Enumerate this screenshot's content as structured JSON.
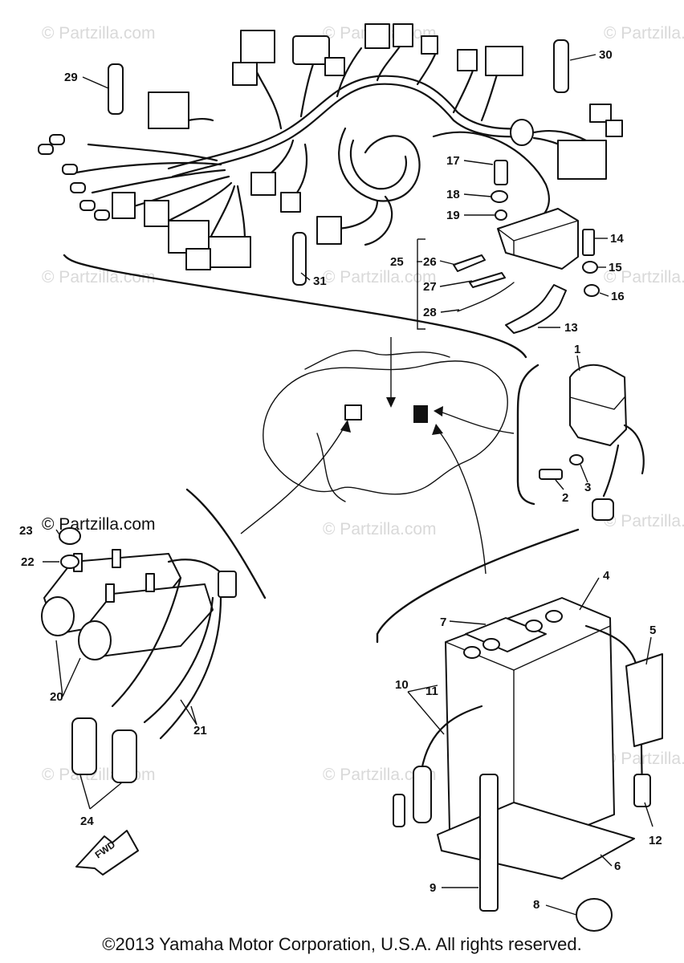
{
  "watermark": "© Partzilla.com",
  "copyright": "©2013 Yamaha Motor Corporation, U.S.A. All rights reserved.",
  "fwd_label": "FWD",
  "callouts": [
    "1",
    "2",
    "3",
    "4",
    "5",
    "6",
    "7",
    "8",
    "9",
    "10",
    "11",
    "12",
    "13",
    "14",
    "15",
    "16",
    "17",
    "18",
    "19",
    "20",
    "21",
    "22",
    "23",
    "24",
    "25",
    "26",
    "27",
    "28",
    "29",
    "30",
    "31"
  ]
}
